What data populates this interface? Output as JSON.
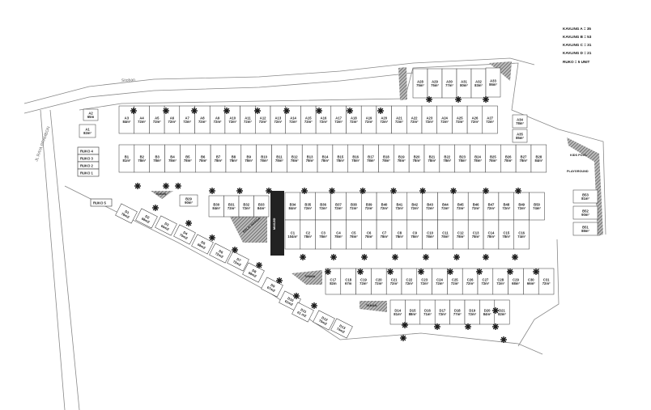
{
  "legend": [
    "KAVLING A = 35",
    "KAVLING B = 53",
    "KAVLING C = 31",
    "KAVLING D = 21",
    "RUKO = 5 UNIT"
  ],
  "road_labels": {
    "north": "Sitoban",
    "west": "JL RAYA PRAMBON"
  },
  "ruko": [
    "RUKO 4",
    "RUKO 3",
    "RUKO 2",
    "RUKO 1",
    "RUKO 5"
  ],
  "facilities": {
    "taman_1": "TAMAN",
    "taman_2": "TAMAN",
    "taman_3": "TAMAN",
    "balai_warga": "BALAI WARGA",
    "masjid": "MASJID",
    "kids_pool": "KIDS POOL",
    "playground": "PLAYGROUND"
  },
  "lots": {
    "a_top": [
      {
        "id": "A3",
        "area": "84m²"
      },
      {
        "id": "A4",
        "area": "72m²"
      },
      {
        "id": "A5",
        "area": "72m²"
      },
      {
        "id": "A6",
        "area": "72m²"
      },
      {
        "id": "A7",
        "area": "72m²"
      },
      {
        "id": "A8",
        "area": "72m²"
      },
      {
        "id": "A9",
        "area": "72m²"
      },
      {
        "id": "A10",
        "area": "72m²"
      },
      {
        "id": "A11",
        "area": "72m²"
      },
      {
        "id": "A12",
        "area": "72m²"
      },
      {
        "id": "A13",
        "area": "72m²"
      },
      {
        "id": "A14",
        "area": "72m²"
      },
      {
        "id": "A15",
        "area": "72m²"
      },
      {
        "id": "A16",
        "area": "72m²"
      },
      {
        "id": "A17",
        "area": "72m²"
      },
      {
        "id": "A18",
        "area": "72m²"
      },
      {
        "id": "A19",
        "area": "72m²"
      },
      {
        "id": "A20",
        "area": "72m²"
      },
      {
        "id": "A21",
        "area": "72m²"
      },
      {
        "id": "A22",
        "area": "72m²"
      },
      {
        "id": "A23",
        "area": "72m²"
      },
      {
        "id": "A24",
        "area": "72m²"
      },
      {
        "id": "A25",
        "area": "72m²"
      },
      {
        "id": "A26",
        "area": "72m²"
      },
      {
        "id": "A27",
        "area": "72m²"
      }
    ],
    "a_ne": [
      {
        "id": "A28",
        "area": "75m²"
      },
      {
        "id": "A29",
        "area": "75m²"
      },
      {
        "id": "A30",
        "area": "77m²"
      },
      {
        "id": "A31",
        "area": "80m²"
      },
      {
        "id": "A32",
        "area": "83m²"
      },
      {
        "id": "A33",
        "area": "86m²"
      }
    ],
    "a_east": [
      {
        "id": "A34",
        "area": "78m²"
      },
      {
        "id": "A35",
        "area": "85m²"
      }
    ],
    "a_west": [
      {
        "id": "A2",
        "area": "65m"
      },
      {
        "id": "A1",
        "area": "82m²"
      }
    ],
    "b_row1": [
      {
        "id": "B1",
        "area": "81m²"
      },
      {
        "id": "B2",
        "area": "78m²"
      },
      {
        "id": "B3",
        "area": "78m²"
      },
      {
        "id": "B4",
        "area": "78m²"
      },
      {
        "id": "B5",
        "area": "78m²"
      },
      {
        "id": "B6",
        "area": "78m²"
      },
      {
        "id": "B7",
        "area": "78m²"
      },
      {
        "id": "B8",
        "area": "78m²"
      },
      {
        "id": "B9",
        "area": "78m²"
      },
      {
        "id": "B10",
        "area": "78m²"
      },
      {
        "id": "B11",
        "area": "78m²"
      },
      {
        "id": "B12",
        "area": "78m²"
      },
      {
        "id": "B13",
        "area": "78m²"
      },
      {
        "id": "B14",
        "area": "78m²"
      },
      {
        "id": "B15",
        "area": "78m²"
      },
      {
        "id": "B16",
        "area": "78m²"
      },
      {
        "id": "B17",
        "area": "78m²"
      },
      {
        "id": "B18",
        "area": "78m²"
      },
      {
        "id": "B19",
        "area": "78m²"
      },
      {
        "id": "B20",
        "area": "78m²"
      },
      {
        "id": "B21",
        "area": "78m²"
      },
      {
        "id": "B22",
        "area": "78m²"
      },
      {
        "id": "B23",
        "area": "78m²"
      },
      {
        "id": "B24",
        "area": "78m²"
      },
      {
        "id": "B25",
        "area": "78m²"
      },
      {
        "id": "B26",
        "area": "78m²"
      },
      {
        "id": "B27",
        "area": "78m²"
      },
      {
        "id": "B28",
        "area": "84m²"
      }
    ],
    "b_row2a": [
      {
        "id": "B30",
        "area": "84m²"
      },
      {
        "id": "B31",
        "area": "72m²"
      },
      {
        "id": "B32",
        "area": "72m²"
      },
      {
        "id": "B33",
        "area": "84m²"
      }
    ],
    "b_row2b": [
      {
        "id": "B34",
        "area": "84m²"
      },
      {
        "id": "B35",
        "area": "72m²"
      },
      {
        "id": "B36",
        "area": "72m²"
      },
      {
        "id": "B37",
        "area": "72m²"
      },
      {
        "id": "B38",
        "area": "72m²"
      },
      {
        "id": "B39",
        "area": "72m²"
      },
      {
        "id": "B40",
        "area": "72m²"
      },
      {
        "id": "B41",
        "area": "72m²"
      },
      {
        "id": "B42",
        "area": "72m²"
      },
      {
        "id": "B43",
        "area": "72m²"
      },
      {
        "id": "B44",
        "area": "72m²"
      },
      {
        "id": "B45",
        "area": "72m²"
      },
      {
        "id": "B46",
        "area": "72m²"
      },
      {
        "id": "B47",
        "area": "72m²"
      },
      {
        "id": "B48",
        "area": "72m²"
      },
      {
        "id": "B49",
        "area": "72m²"
      },
      {
        "id": "B50",
        "area": "74m²"
      }
    ],
    "b_side": [
      {
        "id": "B29",
        "area": "90m²"
      },
      {
        "id": "B53",
        "area": "81m²"
      },
      {
        "id": "B52",
        "area": "90m²"
      },
      {
        "id": "B51",
        "area": "88m²"
      }
    ],
    "c_row1": [
      {
        "id": "C1",
        "area": "104m²"
      },
      {
        "id": "C2",
        "area": "78m²"
      },
      {
        "id": "C3",
        "area": "78m²"
      },
      {
        "id": "C4",
        "area": "78m²"
      },
      {
        "id": "C5",
        "area": "78m²"
      },
      {
        "id": "C6",
        "area": "78m²"
      },
      {
        "id": "C7",
        "area": "78m²"
      },
      {
        "id": "C8",
        "area": "78m²"
      },
      {
        "id": "C9",
        "area": "78m²"
      },
      {
        "id": "C10",
        "area": "78m²"
      },
      {
        "id": "C11",
        "area": "78m²"
      },
      {
        "id": "C12",
        "area": "78m²"
      },
      {
        "id": "C13",
        "area": "78m²"
      },
      {
        "id": "C14",
        "area": "78m²"
      },
      {
        "id": "C15",
        "area": "78m²"
      },
      {
        "id": "C16",
        "area": "74m²"
      }
    ],
    "c_row2": [
      {
        "id": "C17",
        "area": "82m"
      },
      {
        "id": "C18",
        "area": "67m"
      },
      {
        "id": "C19",
        "area": "72m²"
      },
      {
        "id": "C20",
        "area": "72m²"
      },
      {
        "id": "C21",
        "area": "72m²"
      },
      {
        "id": "C22",
        "area": "72m²"
      },
      {
        "id": "C23",
        "area": "72m²"
      },
      {
        "id": "C24",
        "area": "72m²"
      },
      {
        "id": "C25",
        "area": "72m²"
      },
      {
        "id": "C26",
        "area": "72m²"
      },
      {
        "id": "C27",
        "area": "72m²"
      },
      {
        "id": "C28",
        "area": "72m²"
      },
      {
        "id": "C29",
        "area": "68m²"
      },
      {
        "id": "C30",
        "area": "66m²"
      },
      {
        "id": "C31",
        "area": "72m²"
      }
    ],
    "d_diag": [
      {
        "id": "D1",
        "area": "78m2"
      },
      {
        "id": "D2",
        "area": "68m2"
      },
      {
        "id": "D3",
        "area": "66m2"
      },
      {
        "id": "D4",
        "area": "70m2"
      },
      {
        "id": "D5",
        "area": "68m2"
      },
      {
        "id": "D6",
        "area": "72m2"
      },
      {
        "id": "D7",
        "area": "72m2"
      },
      {
        "id": "D8",
        "area": "68m2"
      },
      {
        "id": "D9",
        "area": "67m2"
      },
      {
        "id": "D10",
        "area": "61m2"
      },
      {
        "id": "D11",
        "area": "61 m2"
      },
      {
        "id": "D12",
        "area": "70m2"
      },
      {
        "id": "D13",
        "area": "74m2"
      }
    ],
    "d_bottom": [
      {
        "id": "D14",
        "area": "81m²"
      },
      {
        "id": "D15",
        "area": "88m²"
      },
      {
        "id": "D16",
        "area": "71m²"
      },
      {
        "id": "D17",
        "area": "72m²"
      },
      {
        "id": "D18",
        "area": "77m²"
      },
      {
        "id": "D19",
        "area": "72m²"
      },
      {
        "id": "D20",
        "area": "84m²"
      },
      {
        "id": "D21",
        "area": "82m²"
      }
    ]
  },
  "colors": {
    "line": "#333333",
    "hatch": "#555555",
    "masjid": "#222222",
    "tree": "#1a1a1a",
    "road": "#999999"
  }
}
